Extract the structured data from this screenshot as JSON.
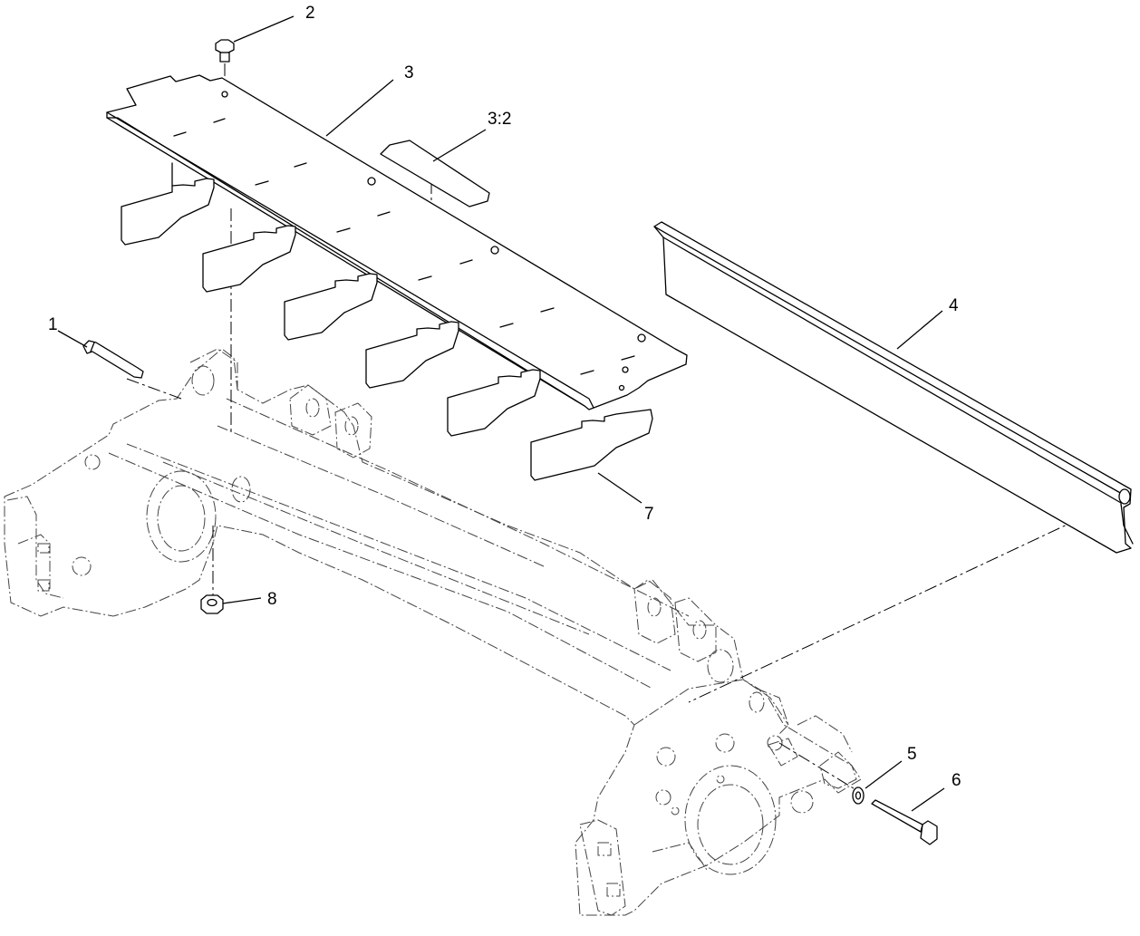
{
  "callouts": {
    "c1": "1",
    "c2": "2",
    "c3": "3",
    "c3_2": "3:2",
    "c4": "4",
    "c5": "5",
    "c6": "6",
    "c7": "7",
    "c8": "8"
  },
  "colors": {
    "line": "#000000",
    "background": "#ffffff"
  }
}
